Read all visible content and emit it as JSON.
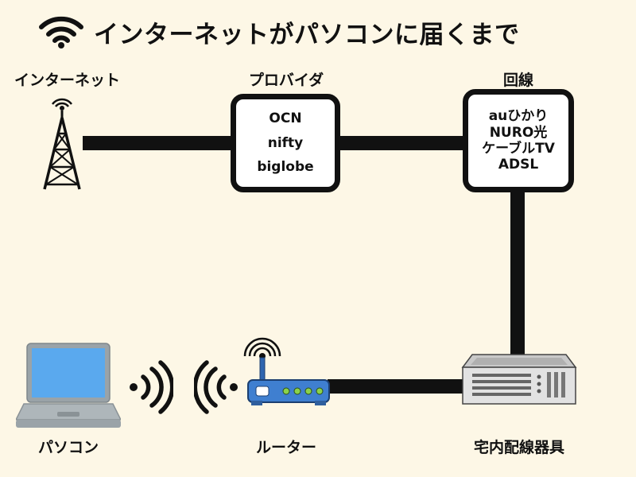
{
  "title": "インターネットがパソコンに届くまで",
  "nodes": {
    "internet": {
      "label": "インターネット"
    },
    "provider": {
      "label": "プロバイダ",
      "items": [
        "OCN",
        "nifty",
        "biglobe"
      ]
    },
    "line": {
      "label": "回線",
      "items": [
        "auひかり",
        "NURO光",
        "ケーブルTV",
        "ADSL"
      ]
    },
    "pc": {
      "label": "パソコン"
    },
    "router": {
      "label": "ルーター"
    },
    "home_equipment": {
      "label": "宅内配線器具"
    }
  },
  "colors": {
    "background": "#fdf7e6",
    "line": "#111111",
    "laptop_screen": "#5aa9ee",
    "router_body": "#3f7fd0",
    "router_led": "#8bd24a"
  },
  "icons": [
    "wifi-icon",
    "radio-tower-icon",
    "laptop-icon",
    "router-icon",
    "modem-icon",
    "wifi-waves-icon"
  ]
}
